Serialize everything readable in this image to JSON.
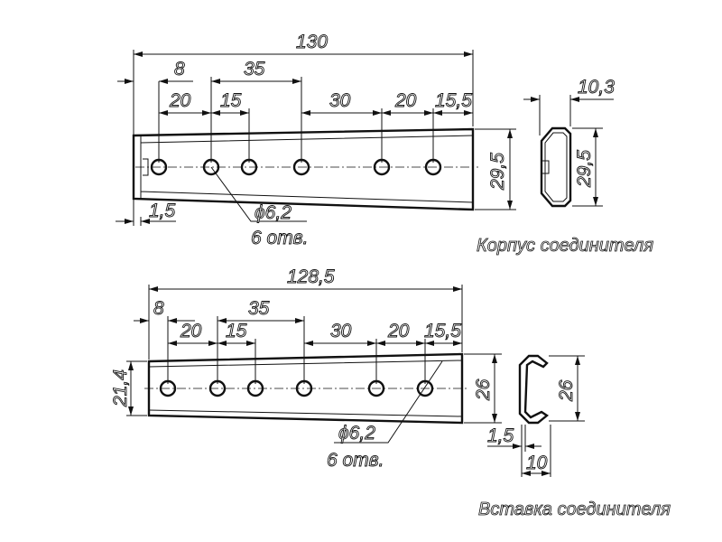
{
  "top": {
    "overall": "130",
    "d8": "8",
    "d35": "35",
    "d20a": "20",
    "d15": "15",
    "d30": "30",
    "d20b": "20",
    "d155": "15,5",
    "height": "29,5",
    "profile_width": "10,3",
    "profile_height": "29,5",
    "wall": "1,5",
    "hole_dia": "ϕ6,2",
    "hole_count": "6 отв.",
    "caption": "Корпус соединителя"
  },
  "bottom": {
    "overall": "128,5",
    "d8": "8",
    "d35": "35",
    "d20a": "20",
    "d15": "15",
    "d30": "30",
    "d20b": "20",
    "d155": "15,5",
    "left_height": "21,4",
    "height": "26",
    "profile_height": "26",
    "wall": "1,5",
    "profile_width": "10",
    "hole_dia": "ϕ6,2",
    "hole_count": "6 отв.",
    "caption": "Вставка соединителя"
  }
}
